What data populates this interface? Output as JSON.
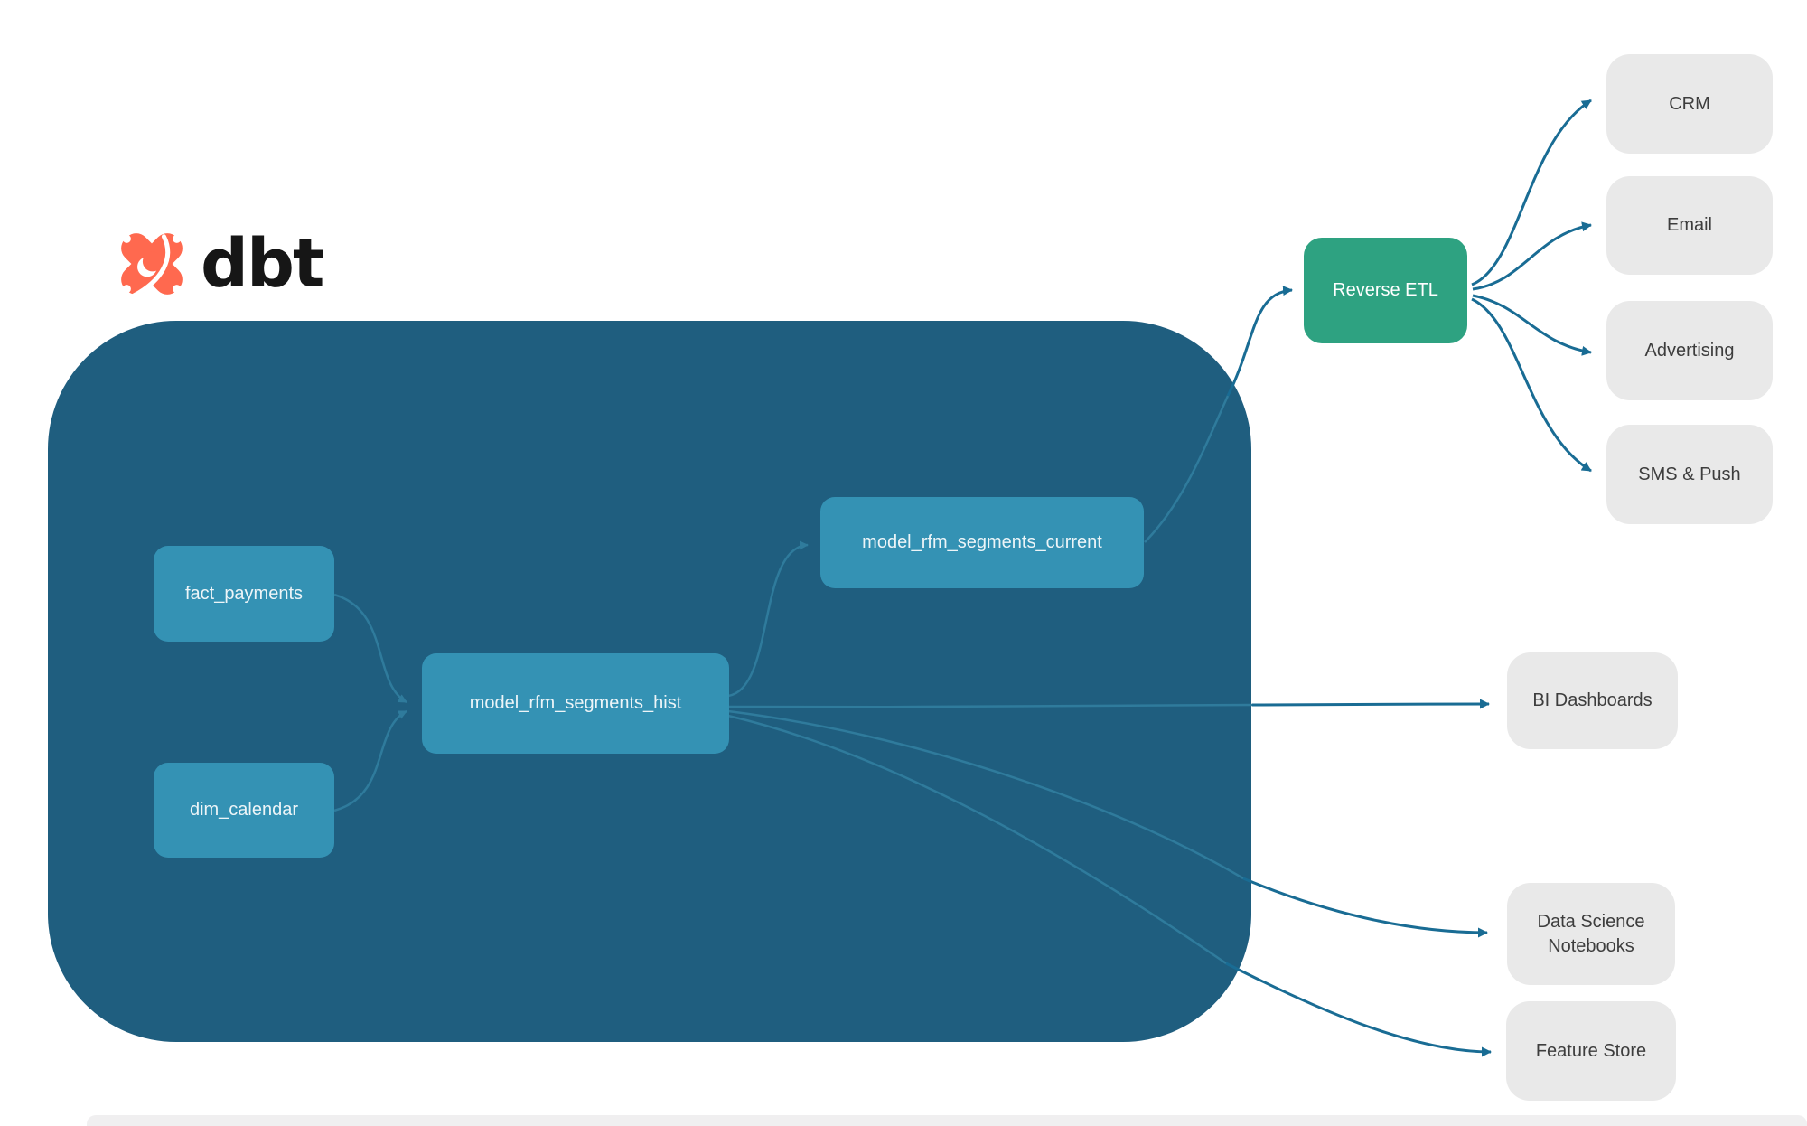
{
  "logo": {
    "brand": "dbt"
  },
  "nodes": {
    "fact_payments": "fact_payments",
    "dim_calendar": "dim_calendar",
    "hist": "model_rfm_segments_hist",
    "current": "model_rfm_segments_current"
  },
  "etl": {
    "label": "Reverse ETL"
  },
  "destinations": {
    "crm": "CRM",
    "email": "Email",
    "advertising": "Advertising",
    "sms_push": "SMS & Push",
    "bi": "BI Dashboards",
    "notebooks": "Data Science Notebooks",
    "feature_store": "Feature Store"
  },
  "colors": {
    "container_bg": "#1F5E7F",
    "node_bg": "#3492B4",
    "node_text": "#EDF5F8",
    "etl_bg": "#2EA281",
    "etl_text": "#FFFFFF",
    "dest_bg": "#E9E9E9",
    "dest_text": "#3D3D3D",
    "edge_in": "#2F7B9C",
    "edge_out": "#196C94",
    "logo_orange": "#FF694F",
    "logo_text": "#161616",
    "footer_bar": "#F0EFF0"
  }
}
